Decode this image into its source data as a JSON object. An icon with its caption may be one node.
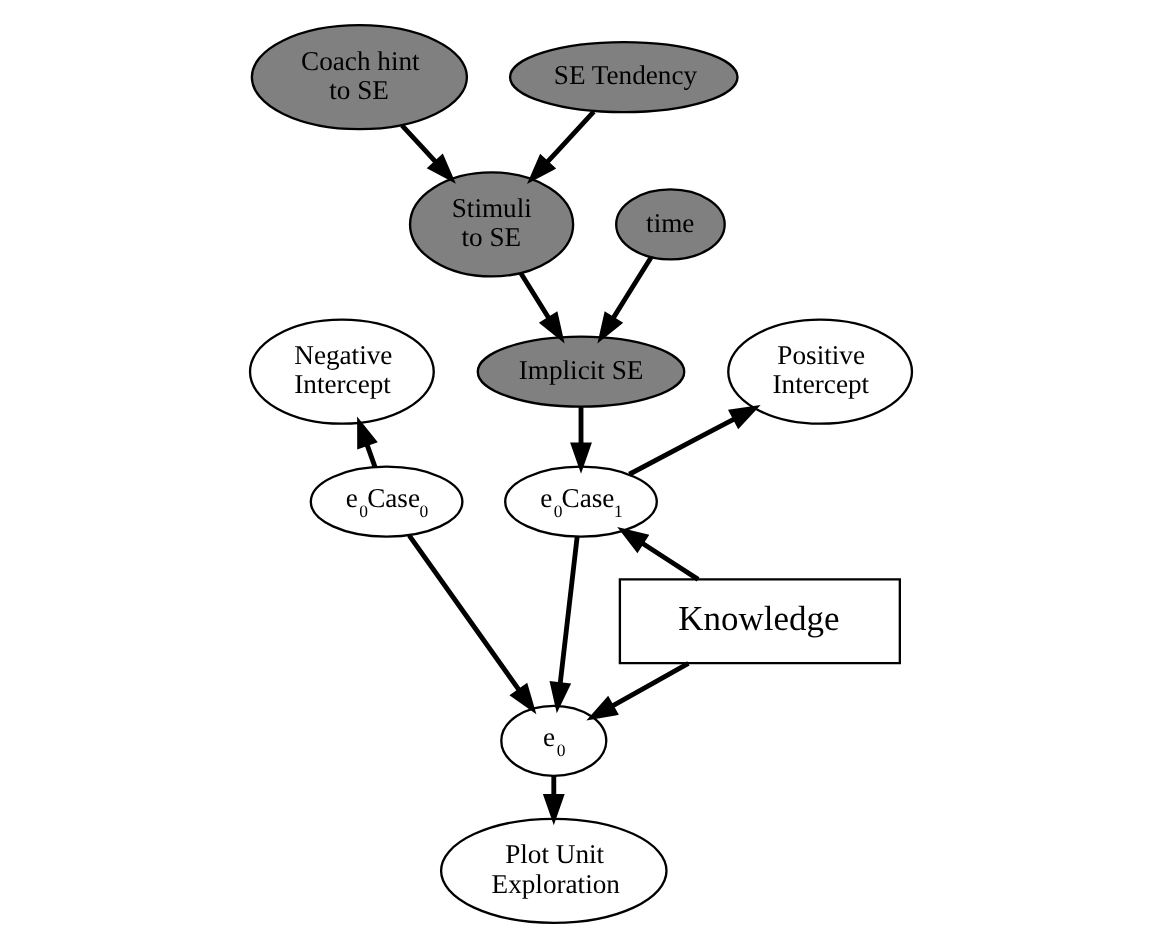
{
  "diagram": {
    "nodes": [
      {
        "text": [
          "Coach hint to SE"
        ]
      },
      {
        "text": [
          "SE Tendency"
        ]
      },
      {
        "text": [
          "Stimuli to SE"
        ]
      },
      {
        "text": [
          "time"
        ]
      },
      {
        "text": [
          "Negative Intercept"
        ]
      },
      {
        "text": [
          "Implicit SE"
        ]
      },
      {
        "text": [
          "Positive Intercept"
        ]
      },
      {
        "text": [
          "e$_{0}$Case$_{0}$"
        ]
      },
      {
        "text": [
          "e$_{0}$Case$_{1}$"
        ]
      },
      {
        "text": [
          "e$_{0}$"
        ]
      },
      {
        "text": [
          "Knowledge"
        ]
      },
      {
        "text": [
          "Plot Unit Exploration"
        ]
      }
    ],
    "edges": [
      {
        "from": 0,
        "to": 2,
        "arrow": "to"
      },
      {
        "from": 1,
        "to": 2,
        "arrow": "to"
      },
      {
        "from": 2,
        "to": 5,
        "arrow": "to"
      },
      {
        "from": 3,
        "to": 5,
        "arrow": "to"
      },
      {
        "from": 5,
        "to": 8,
        "arrow": "to"
      },
      {
        "from": 7,
        "to": 4,
        "arrow": "to"
      },
      {
        "from": 8,
        "to": 6,
        "arrow": "to"
      },
      {
        "from": 7,
        "to": 9,
        "arrow": "to"
      },
      {
        "from": 8,
        "to": 9,
        "arrow": "to"
      },
      {
        "from": 10,
        "to": 8,
        "arrow": "to"
      },
      {
        "from": 10,
        "to": 9,
        "arrow": "to"
      },
      {
        "from": 9,
        "to": 11,
        "arrow": "to"
      }
    ]
  }
}
